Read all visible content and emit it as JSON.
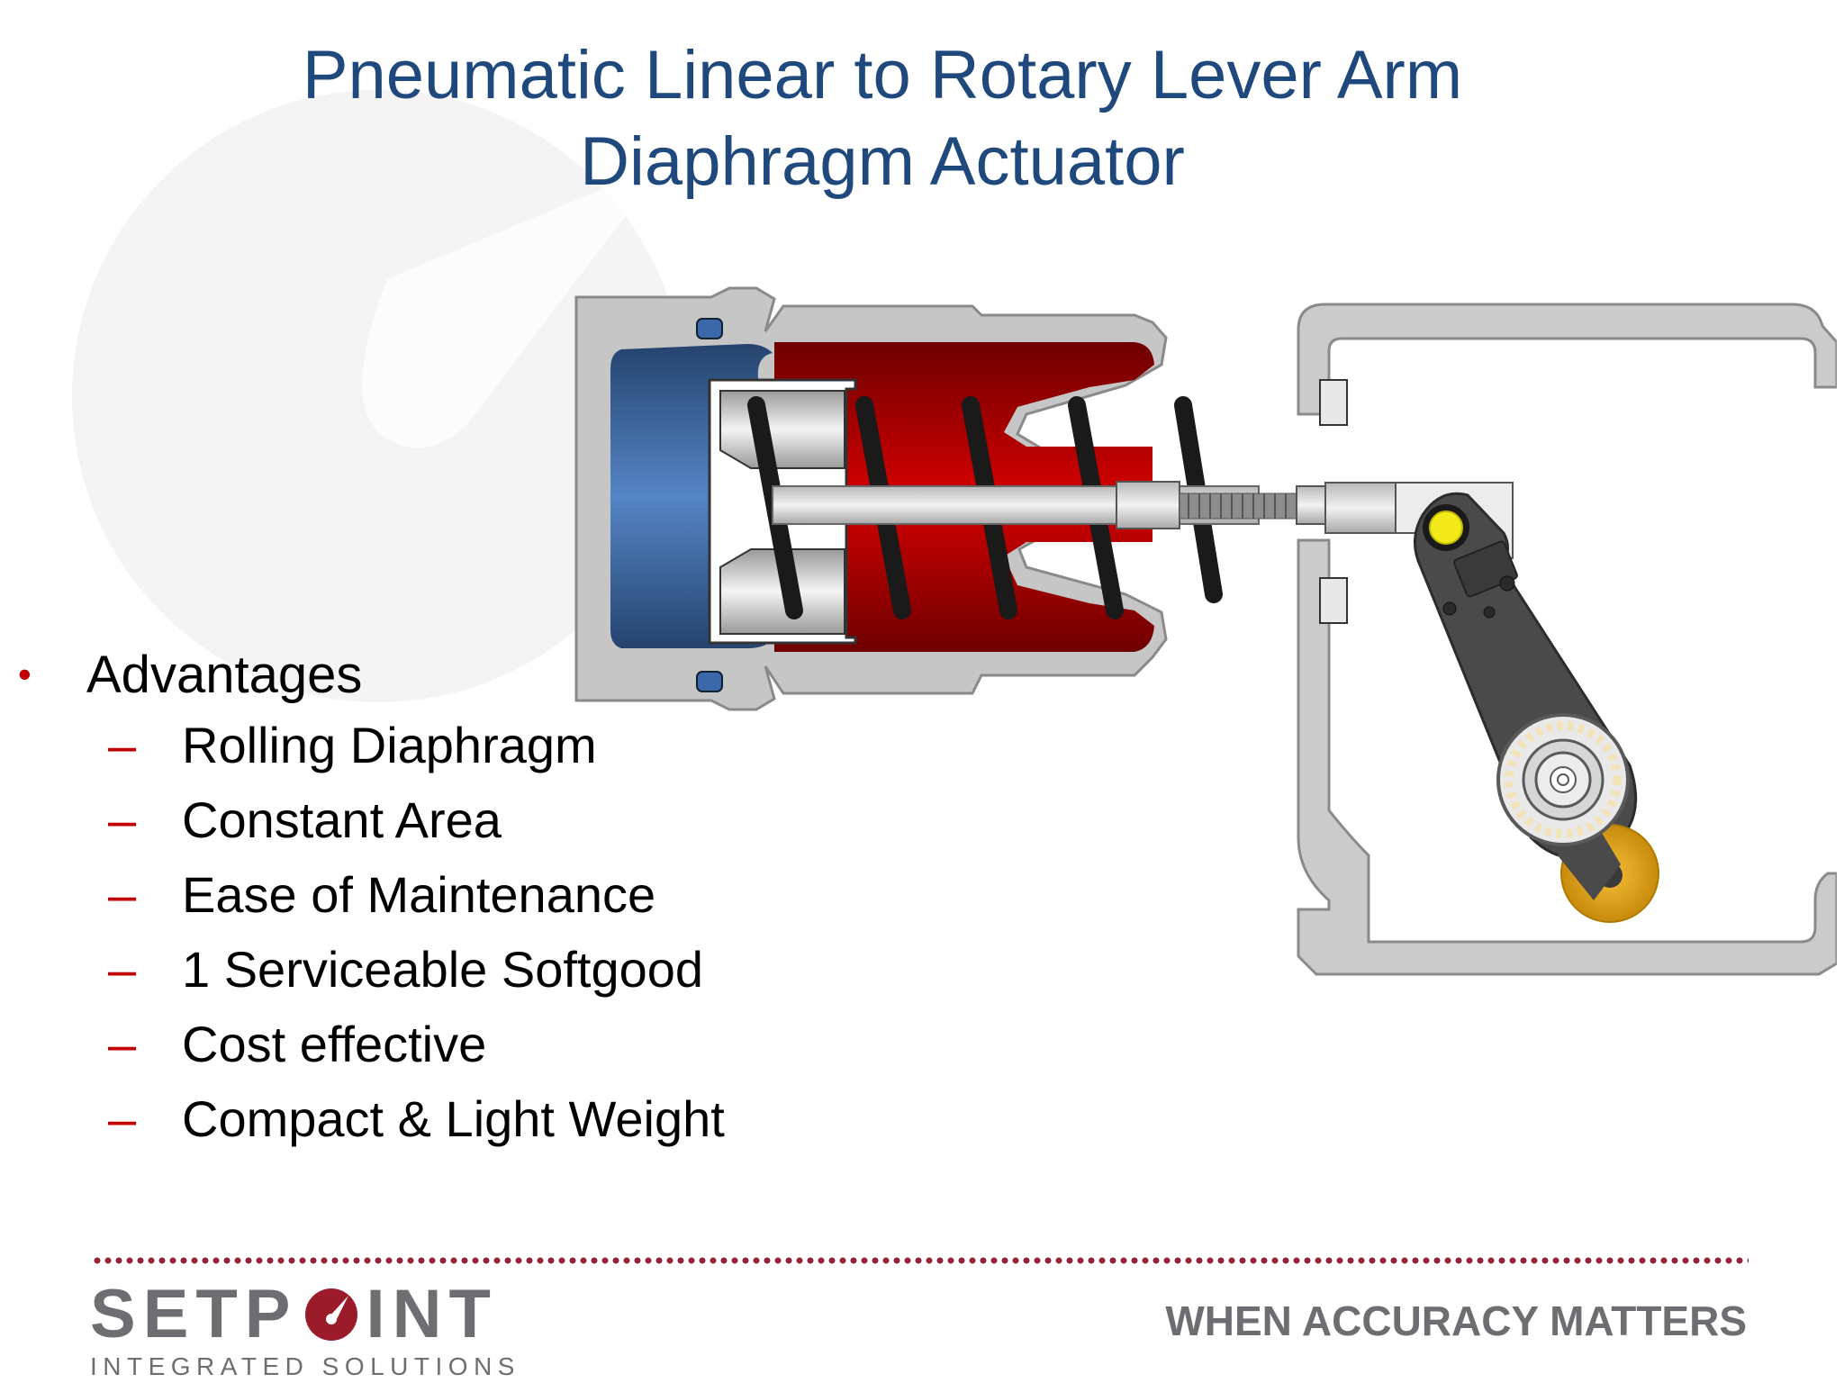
{
  "slide": {
    "title_line1": "Pneumatic Linear to Rotary Lever Arm",
    "title_line2": "Diaphragm Actuator"
  },
  "bullets": {
    "marker": "•",
    "heading": "Advantages",
    "sub_marker": "–",
    "items": [
      "Rolling Diaphragm",
      "Constant Area",
      "Ease of Maintenance",
      "1 Serviceable Softgood",
      "Cost effective",
      "Compact & Light Weight"
    ]
  },
  "footer": {
    "logo_part1": "SETP",
    "logo_part2": "INT",
    "logo_subtitle": "INTEGRATED SOLUTIONS",
    "tagline": "WHEN ACCURACY MATTERS"
  },
  "colors": {
    "title": "#1f497d",
    "accent_red": "#c00000",
    "dotted_divider": "#9a2030",
    "logo_gray": "#6d6e71",
    "chamber_red": "#b00000",
    "chamber_blue": "#3a68a8",
    "housing_gray": "#c8c8c8",
    "lever_dark": "#4a4a4a",
    "pin_yellow": "#f2ea1a",
    "cam_orange": "#e0a010"
  },
  "icons": {
    "logo_o": "gauge-needle-icon",
    "watermark": "gauge-watermark-icon"
  }
}
